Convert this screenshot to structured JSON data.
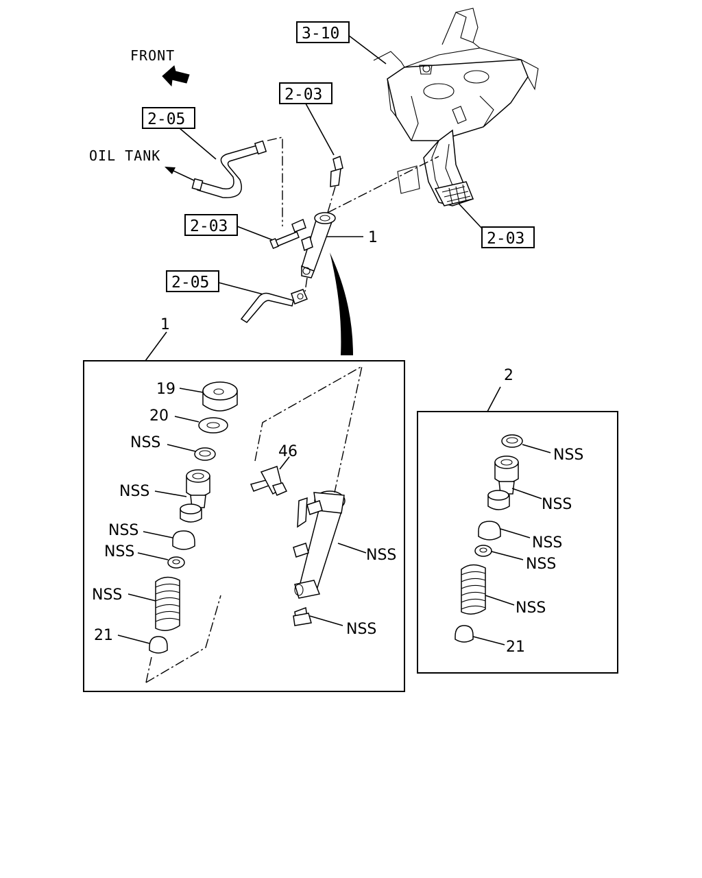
{
  "labels": {
    "front": "FRONT",
    "oil_tank": "OIL TANK"
  },
  "refs": {
    "bracket": "3-10",
    "pipe_upper": "2-03",
    "hose_upper": "2-05",
    "bolt": "2-03",
    "pedal": "2-03",
    "hose_lower": "2-05"
  },
  "callouts": {
    "cylinder_main": "1",
    "inset1_title": "1",
    "inset2_title": "2"
  },
  "inset1": {
    "reservoir_cap": "19",
    "washer": "20",
    "ring": "NSS",
    "piston": "NSS",
    "cup": "NSS",
    "seal": "NSS",
    "spring": "NSS",
    "end_cap": "21",
    "elbow": "46",
    "body": "NSS",
    "plug": "NSS"
  },
  "inset2": {
    "ring": "NSS",
    "piston": "NSS",
    "cup": "NSS",
    "seal": "NSS",
    "spring": "NSS",
    "end_cap": "21"
  }
}
